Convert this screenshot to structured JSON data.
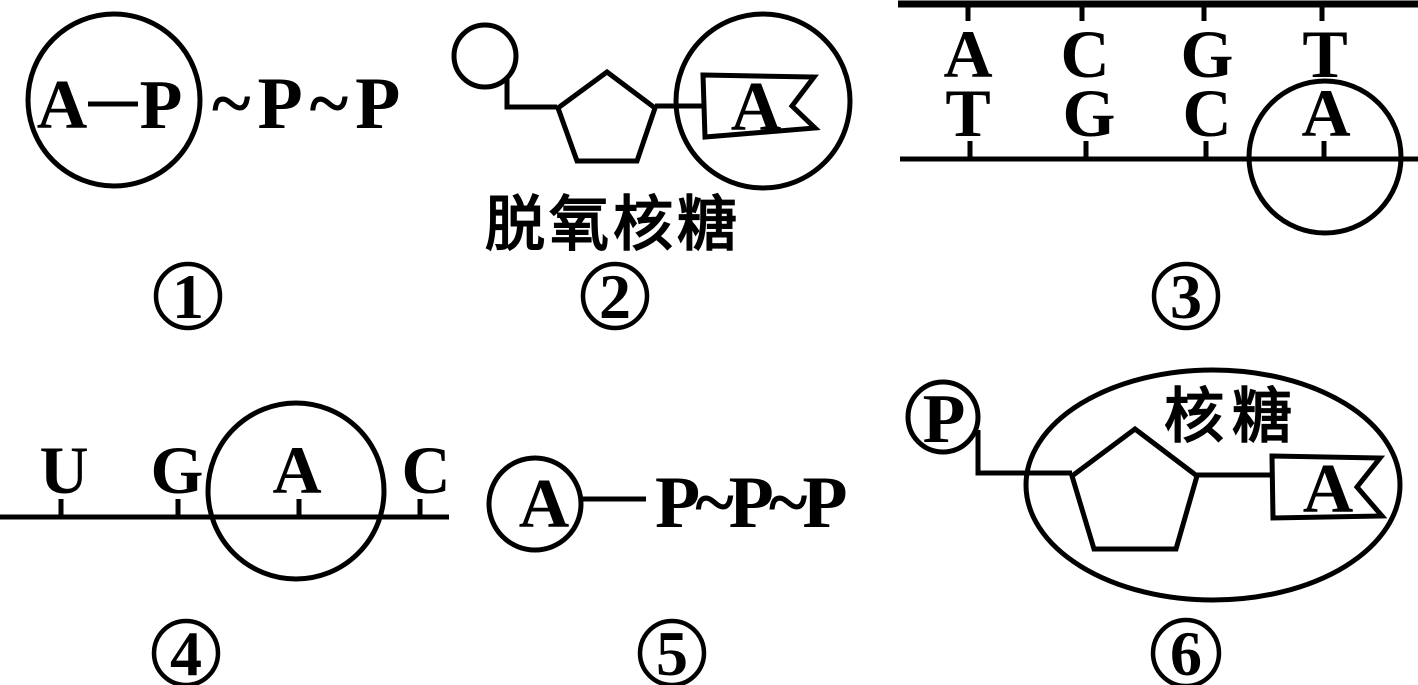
{
  "colors": {
    "ink": "#000000",
    "paper": "#ffffff"
  },
  "structures": {
    "s1": {
      "circled_left": "A",
      "circled_right": "P",
      "tail": "~P~P",
      "number": "1"
    },
    "s2": {
      "base": "A",
      "label": "脱氧核糖",
      "number": "2"
    },
    "s3": {
      "top_bases": [
        "A",
        "C",
        "G",
        "T"
      ],
      "bottom_bases": [
        "T",
        "G",
        "C",
        "A"
      ],
      "number": "3"
    },
    "s4": {
      "bases": [
        "U",
        "G",
        "A",
        "C"
      ],
      "number": "4"
    },
    "s5": {
      "base": "A",
      "chain": "P~P~P",
      "number": "5"
    },
    "s6": {
      "phosphate": "P",
      "label": "核糖",
      "base": "A",
      "number": "6"
    }
  }
}
